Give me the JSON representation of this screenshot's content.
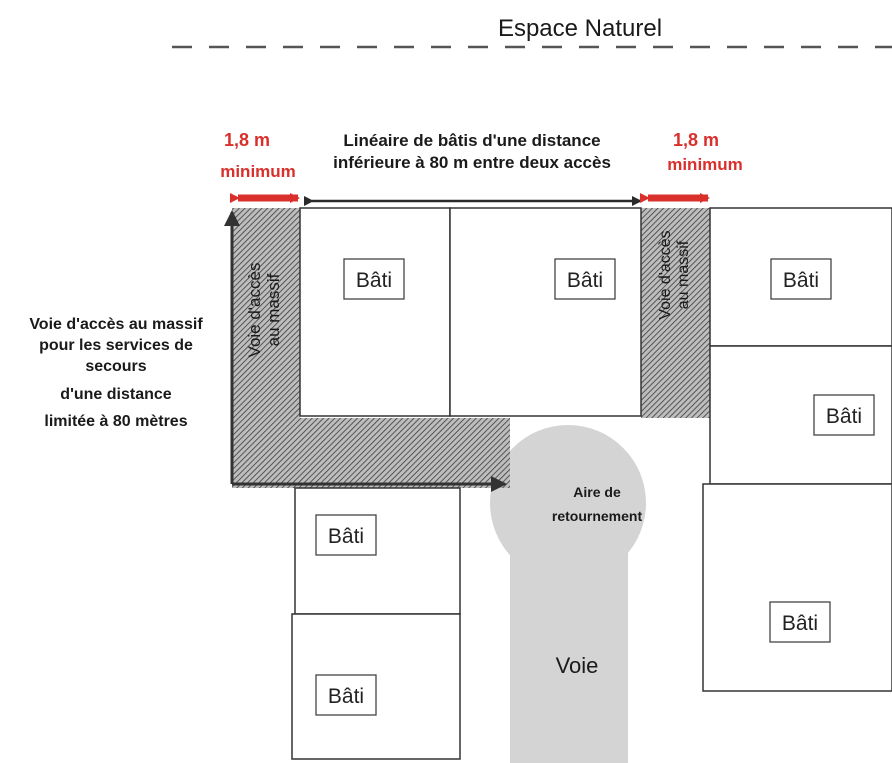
{
  "top_label": "Espace Naturel",
  "distance_label": {
    "line1": "Linéaire de bâtis d'une distance",
    "line2": "inférieure à 80 m entre deux accès"
  },
  "min_left": {
    "value": "1,8 m",
    "word": "minimum"
  },
  "min_right": {
    "value": "1,8 m",
    "word": "minimum"
  },
  "access_road_left": {
    "line1": "Voie d'accès",
    "line2": "au massif"
  },
  "access_road_right": {
    "line1": "Voie d'accès",
    "line2": "au massif"
  },
  "side_note": {
    "line1": "Voie d'accès au massif",
    "line2": "pour les services de",
    "line3": "secours",
    "line4": "d'une distance",
    "line5": "limitée à 80 mètres"
  },
  "turnaround": {
    "line1": "Aire de",
    "line2": "retournement"
  },
  "road_label": "Voie",
  "bati_label": "Bâti",
  "colors": {
    "accent_red": "#d9302c",
    "road_grey": "#d4d4d4",
    "hatch_dark": "#444444",
    "line": "#2a2a2a"
  }
}
